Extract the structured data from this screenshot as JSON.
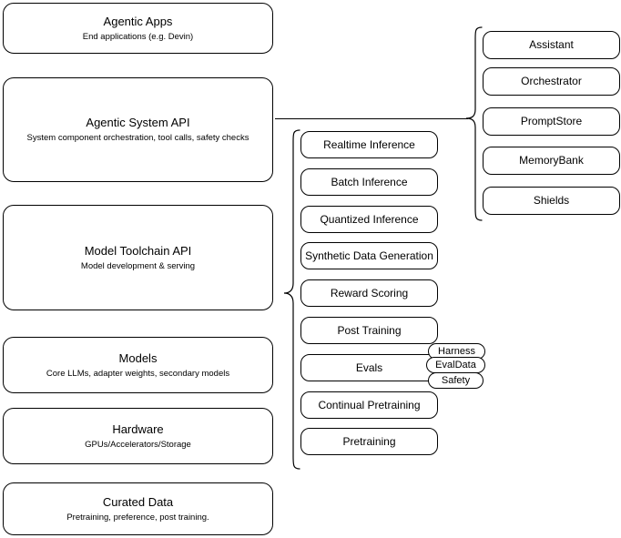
{
  "diagram": {
    "title": "Agentic stack layer diagram",
    "stroke_color": "#000000",
    "background_color": "#ffffff",
    "layers": [
      {
        "id": "agentic-apps",
        "title": "Agentic Apps",
        "subtitle": "End applications (e.g. Devin)"
      },
      {
        "id": "agentic-system-api",
        "title": "Agentic System API",
        "subtitle": "System component orchestration, tool calls, safety checks"
      },
      {
        "id": "model-toolchain-api",
        "title": "Model Toolchain API",
        "subtitle": "Model development & serving"
      },
      {
        "id": "models",
        "title": "Models",
        "subtitle": "Core LLMs, adapter weights, secondary models"
      },
      {
        "id": "hardware",
        "title": "Hardware",
        "subtitle": "GPUs/Accelerators/Storage"
      },
      {
        "id": "curated-data",
        "title": "Curated Data",
        "subtitle": "Pretraining, preference, post training."
      }
    ],
    "toolchain_items": [
      {
        "id": "realtime-inference",
        "label": "Realtime Inference"
      },
      {
        "id": "batch-inference",
        "label": "Batch Inference"
      },
      {
        "id": "quantized-inference",
        "label": "Quantized Inference"
      },
      {
        "id": "synthetic-data-generation",
        "label": "Synthetic Data Generation"
      },
      {
        "id": "reward-scoring",
        "label": "Reward Scoring"
      },
      {
        "id": "post-training",
        "label": "Post Training"
      },
      {
        "id": "evals",
        "label": "Evals"
      },
      {
        "id": "continual-pretraining",
        "label": "Continual Pretraining"
      },
      {
        "id": "pretraining",
        "label": "Pretraining"
      }
    ],
    "evals_subitems": [
      {
        "id": "harness",
        "label": "Harness"
      },
      {
        "id": "evaldata",
        "label": "EvalData"
      },
      {
        "id": "safety",
        "label": "Safety"
      }
    ],
    "system_components": [
      {
        "id": "assistant",
        "label": "Assistant"
      },
      {
        "id": "orchestrator",
        "label": "Orchestrator"
      },
      {
        "id": "promptstore",
        "label": "PromptStore"
      },
      {
        "id": "memorybank",
        "label": "MemoryBank"
      },
      {
        "id": "shields",
        "label": "Shields"
      }
    ]
  }
}
